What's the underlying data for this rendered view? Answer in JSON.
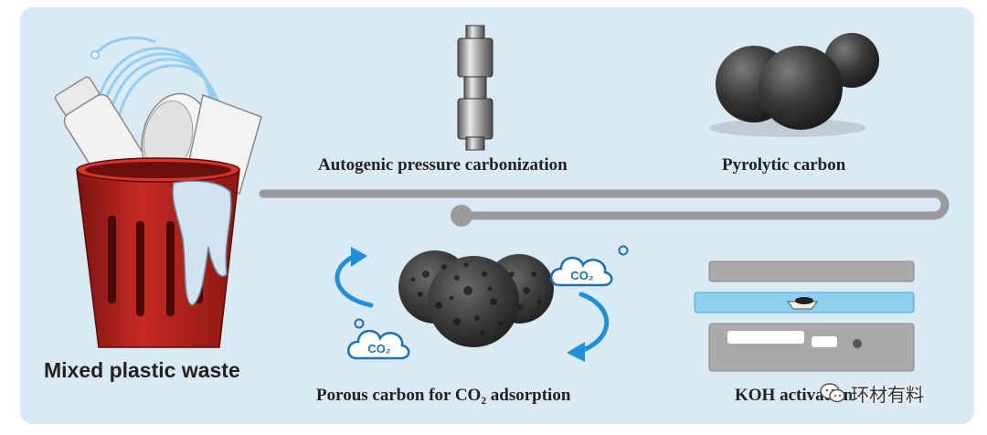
{
  "diagram": {
    "labels": {
      "mixed_waste": "Mixed plastic waste",
      "autogenic": "Autogenic pressure carbonization",
      "pyrolytic": "Pyrolytic carbon",
      "porous": "Porous carbon for CO₂ adsorption",
      "koh": "KOH activation"
    },
    "co2_badge": "CO₂",
    "watermark": "环材有料",
    "colors": {
      "panel": "#d9eaf4",
      "track": "#9a9a9a",
      "bin_red": "#b8231e",
      "carbon": "#3a3a3a",
      "arrow_blue": "#1f8fd6",
      "furnace_blue": "#8ecfee"
    },
    "icons": [
      "waste-bin-icon",
      "reactor-icon",
      "carbon-spheres-icon",
      "porous-carbon-icon",
      "co2-cloud-icon",
      "furnace-icon",
      "wechat-icon"
    ]
  }
}
